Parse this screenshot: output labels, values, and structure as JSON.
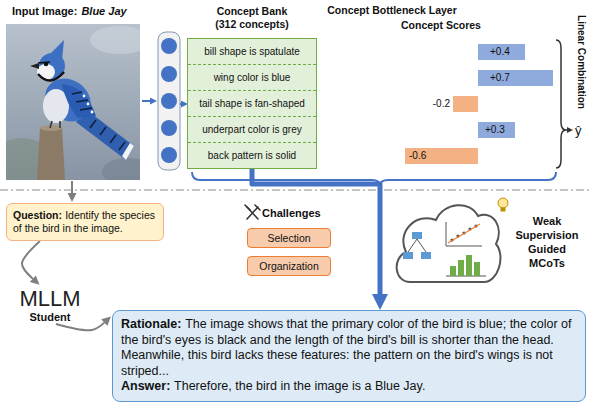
{
  "diagram": {
    "nodes": [
      {
        "text": [
          "Concept Bank (312 concepts)"
        ]
      },
      {
        "text": [
          "bill shape is spatulate"
        ],
        "in": 0
      },
      {
        "text": [
          "wing color is blue"
        ],
        "in": 0
      },
      {
        "text": [
          "tail shape is fan-shaped"
        ],
        "in": 0
      },
      {
        "text": [
          "underpart color is grey"
        ],
        "in": 0
      },
      {
        "text": [
          "back pattern is solid"
        ],
        "in": 0
      },
      {
        "text": [
          "Selection"
        ]
      },
      {
        "text": [
          "Organization"
        ]
      },
      {
        "text": [
          "Question:",
          "Identify the species of the bird in the image."
        ]
      },
      {
        "text": [
          "MLLM",
          "Student"
        ]
      },
      {
        "text": [
          "Rationale:",
          "The image shows that the primary color of the bird is blue; the color of the bird's eyes is black and the length of the bird's bill is shorter than the head. Meanwhile, this bird lacks these features: the pattern on the bird's wings is not striped...",
          "Answer:",
          "Therefore, the bird in the image is a Blue Jay."
        ]
      }
    ],
    "edges": [
      {
        "from": 0,
        "to": 10,
        "arrow": "to"
      },
      {
        "from": 8,
        "to": 9,
        "arrow": "to"
      },
      {
        "from": 9,
        "to": 10,
        "arrow": "to"
      }
    ],
    "labels": [
      "Input Image:",
      "Blue Jay",
      "Concept Bottleneck Layer",
      "Concept Scores",
      "+0.4",
      "+0.7",
      "-0.2",
      "+0.3",
      "-0.6",
      "Linear Combination",
      "ŷ",
      "Challenges",
      "Weak Supervision Guided MCoTs"
    ]
  }
}
